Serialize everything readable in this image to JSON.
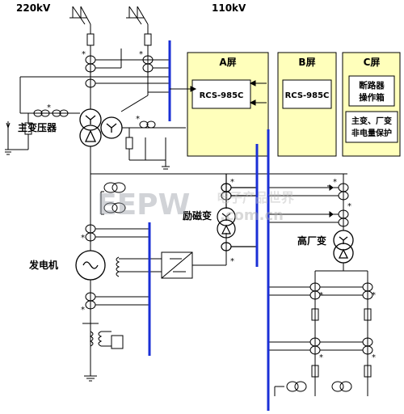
{
  "voltages": {
    "hv1": "220kV",
    "hv2": "110kV"
  },
  "screens": {
    "a": {
      "title": "A屏",
      "relay": "RCS-985C"
    },
    "b": {
      "title": "B屏",
      "relay": "RCS-985C"
    },
    "c": {
      "title": "C屏",
      "box1_line1": "断路器",
      "box1_line2": "操作箱",
      "box2_line1": "主变、厂变",
      "box2_line2": "非电量保护"
    }
  },
  "labels": {
    "main_transformer": "主变压器",
    "excitation_transformer": "励磁变",
    "generator": "发电机",
    "aux_transformer": "高厂变"
  },
  "ct_marker": "*",
  "watermark": {
    "brand": "EEPW",
    "site": ".com.cn",
    "cn": "电子产品世界"
  },
  "colors": {
    "panel_fill": "#FFFFBB",
    "bus_blue": "#1a2fd6",
    "line": "#000000"
  }
}
